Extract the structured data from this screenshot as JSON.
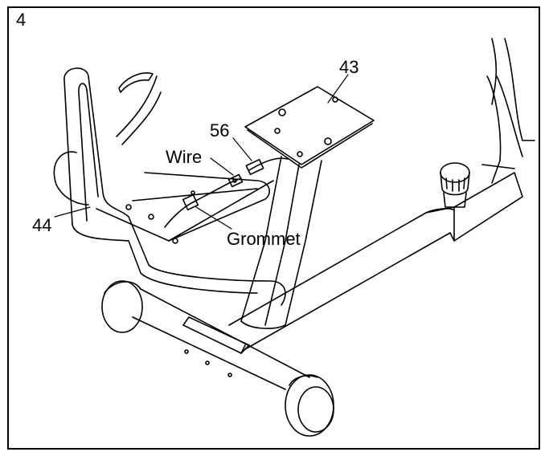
{
  "step_number": "4",
  "callouts": {
    "part_43": "43",
    "part_56": "56",
    "wire": "Wire",
    "part_44": "44",
    "grommet": "Grommet"
  },
  "colors": {
    "line": "#000000",
    "background": "#ffffff"
  }
}
